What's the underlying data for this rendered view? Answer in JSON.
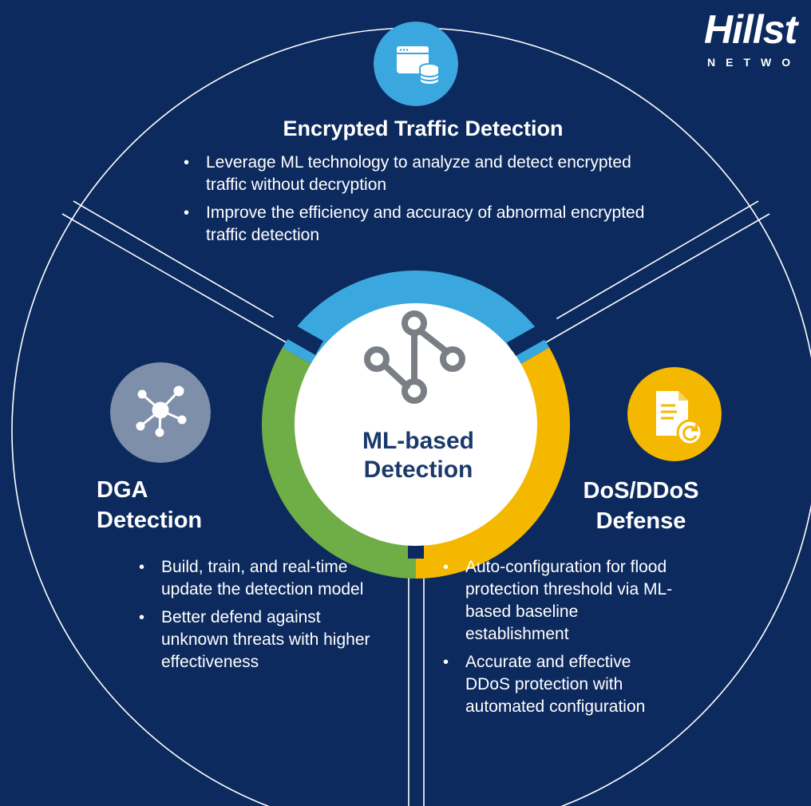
{
  "logo": {
    "text": "Hillst",
    "subtext": "NETWO"
  },
  "colors": {
    "background": "#0d2a5e",
    "ring_top": "#3aa8de",
    "ring_left": "#6fae46",
    "ring_right": "#f5b800",
    "icon_top": "#3aa8de",
    "icon_left": "#7d8fa9",
    "icon_right": "#f5b800",
    "center_text": "#1b3a6b",
    "center_icon": "#7a7f86"
  },
  "center": {
    "icon": "ml-pipeline-icon",
    "label": "ML-based\nDetection"
  },
  "segments": {
    "top": {
      "icon": "browser-database-icon",
      "title": "Encrypted Traffic Detection",
      "bullets": [
        "Leverage ML technology to analyze and detect encrypted traffic without decryption",
        "Improve the efficiency and accuracy of abnormal encrypted traffic detection"
      ]
    },
    "left": {
      "icon": "network-hub-icon",
      "title": "DGA\nDetection",
      "bullets": [
        "Build, train, and real-time update the detection model",
        "Better defend against unknown threats with higher effectiveness"
      ]
    },
    "right": {
      "icon": "document-refresh-icon",
      "title": "DoS/DDoS\nDefense",
      "bullets": [
        "Auto-configuration for flood protection threshold via ML-based baseline establishment",
        "Accurate and effective DDoS protection with automated configuration"
      ]
    }
  }
}
